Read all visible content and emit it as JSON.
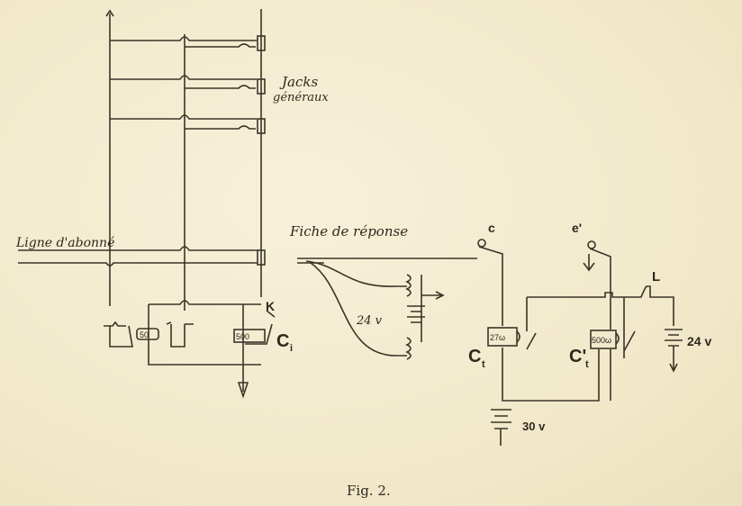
{
  "figure": {
    "caption": "Fig. 2.",
    "labels": {
      "jacks_line1": "Jacks",
      "jacks_line2": "généraux",
      "ligne_abonne": "Ligne d'abonné",
      "fiche_reponse": "Fiche de réponse",
      "k": "K",
      "ci": "C",
      "ci_sub": "i",
      "relay_left_small": "50",
      "relay_k": "500",
      "battery_mid": "24 v",
      "key_c": "c",
      "key_e": "e'",
      "l": "L",
      "ct": "C",
      "ct_sub": "t",
      "relay_ct": "27ω",
      "ct2": "C'",
      "ct2_sub": "t",
      "relay_ct2": "500ω",
      "battery_right": "24 v",
      "battery_bottom": "30 v"
    }
  }
}
